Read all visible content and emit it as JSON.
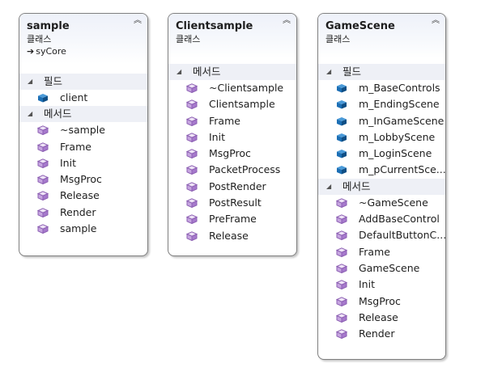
{
  "classes": [
    {
      "name": "sample",
      "kind": "클래스",
      "base": "syCore",
      "fields_label": "필드",
      "fields": [
        "client"
      ],
      "methods_label": "메서드",
      "methods": [
        "~sample",
        "Frame",
        "Init",
        "MsgProc",
        "Release",
        "Render",
        "sample"
      ]
    },
    {
      "name": "Clientsample",
      "kind": "클래스",
      "methods_label": "메서드",
      "methods": [
        "~Clientsample",
        "Clientsample",
        "Frame",
        "Init",
        "MsgProc",
        "PacketProcess",
        "PostRender",
        "PostResult",
        "PreFrame",
        "Release"
      ]
    },
    {
      "name": "GameScene",
      "kind": "클래스",
      "fields_label": "필드",
      "fields": [
        "m_BaseControls",
        "m_EndingScene",
        "m_InGameScene",
        "m_LobbyScene",
        "m_LoginScene",
        "m_pCurrentSce..."
      ],
      "methods_label": "메서드",
      "methods": [
        "~GameScene",
        "AddBaseControl",
        "DefaultButtonC...",
        "Frame",
        "GameScene",
        "Init",
        "MsgProc",
        "Release",
        "Render"
      ]
    }
  ],
  "colors": {
    "field_icon": "#1c6fb5",
    "method_icon": "#8c5fb3",
    "header_bg": "#eef1f9",
    "section_bg": "#eef0f6",
    "border": "#7f7f7f"
  },
  "icons": {
    "collapse": "chevron-double-up-icon",
    "field": "field-cube-icon",
    "method": "method-cube-icon",
    "inherit": "inheritance-arrow-icon",
    "section_toggle": "triangle-collapse-icon"
  }
}
